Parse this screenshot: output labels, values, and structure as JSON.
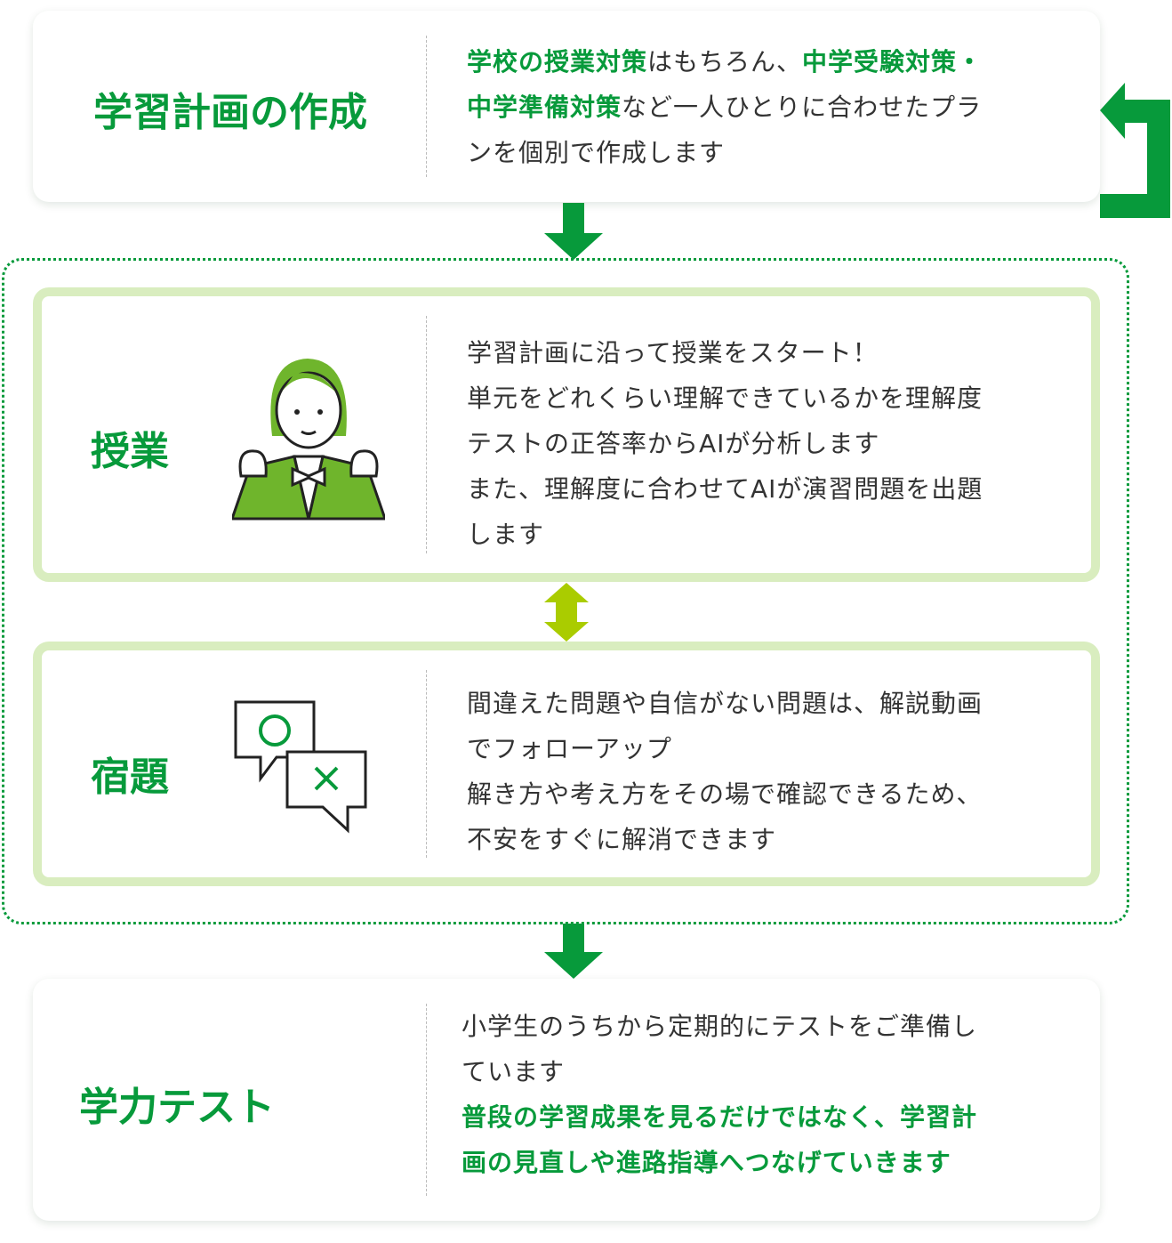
{
  "steps": [
    {
      "title": "学習計画の作成",
      "lines": [
        [
          {
            "t": "学校の授業対策",
            "g": true
          },
          {
            "t": "はもちろん、",
            "g": false
          },
          {
            "t": "中学受験対策・",
            "g": true
          }
        ],
        [
          {
            "t": "中学準備対策",
            "g": true
          },
          {
            "t": "など一人ひとりに合わせたプラ",
            "g": false
          }
        ],
        [
          {
            "t": "ンを個別で作成します",
            "g": false
          }
        ]
      ]
    },
    {
      "title": "授業",
      "icon": "student-girl-illustration",
      "lines": [
        [
          {
            "t": "学習計画に沿って授業をスタート！",
            "g": false
          }
        ],
        [
          {
            "t": "単元をどれくらい理解できているかを理解度",
            "g": false
          }
        ],
        [
          {
            "t": "テストの正答率からAIが分析します",
            "g": false
          }
        ],
        [
          {
            "t": "また、理解度に合わせてAIが演習問題を出題",
            "g": false
          }
        ],
        [
          {
            "t": "します",
            "g": false
          }
        ]
      ]
    },
    {
      "title": "宿題",
      "icon": "speech-bubbles-correct-wrong",
      "lines": [
        [
          {
            "t": "間違えた問題や自信がない問題は、解説動画",
            "g": false
          }
        ],
        [
          {
            "t": "でフォローアップ",
            "g": false
          }
        ],
        [
          {
            "t": "解き方や考え方をその場で確認できるため、",
            "g": false
          }
        ],
        [
          {
            "t": "不安をすぐに解消できます",
            "g": false
          }
        ]
      ]
    },
    {
      "title": "学力テスト",
      "lines": [
        [
          {
            "t": "小学生のうちから定期的にテストをご準備し",
            "g": false
          }
        ],
        [
          {
            "t": "ています",
            "g": false
          }
        ],
        [
          {
            "t": "普段の学習成果を見るだけではなく、学習計",
            "g": true
          }
        ],
        [
          {
            "t": "画の見直しや進路指導へつなげていきます",
            "g": true
          }
        ]
      ]
    }
  ],
  "colors": {
    "green": "#079a3b",
    "light_green": "#d9edbf",
    "lime": "#aacc00",
    "illustration": "#6fb52c"
  }
}
